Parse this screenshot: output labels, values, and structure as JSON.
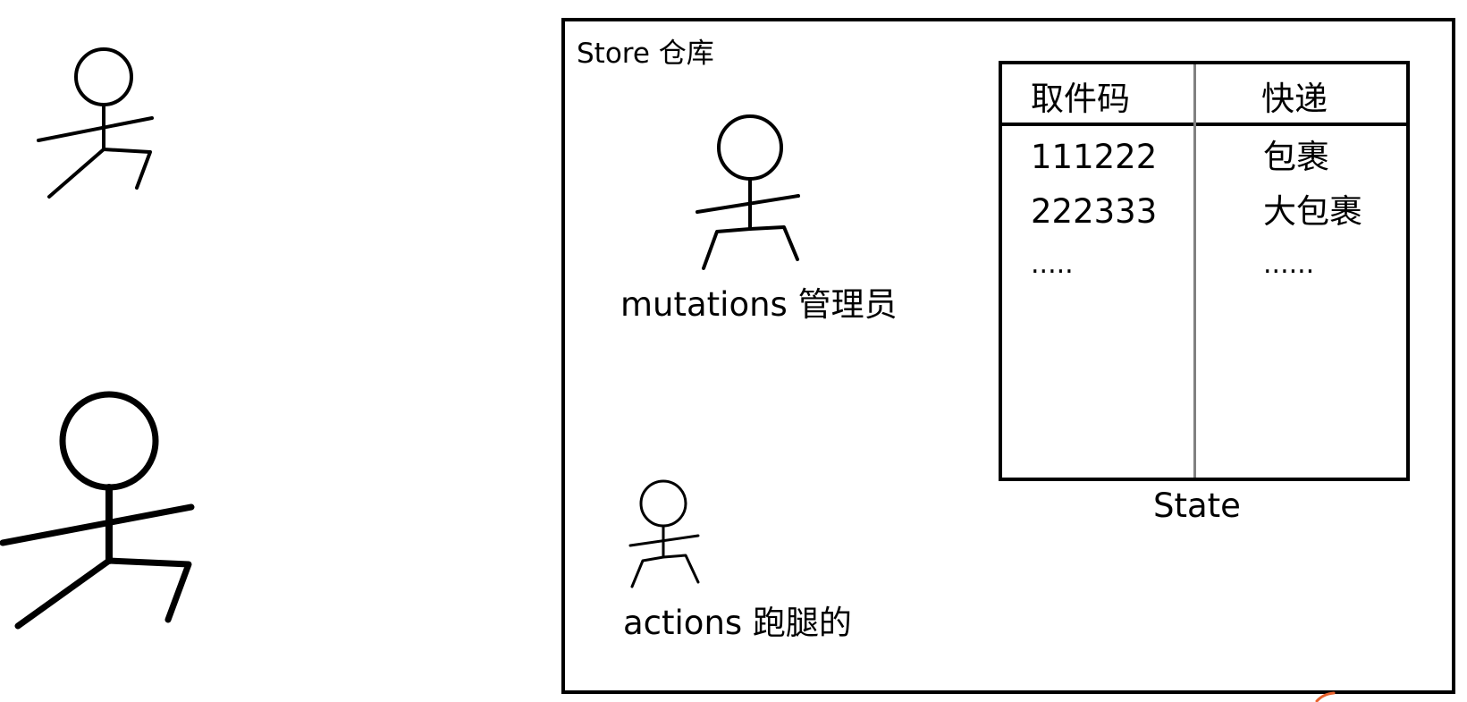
{
  "diagram": {
    "store": {
      "label": "Store  仓库"
    },
    "state": {
      "label": "State",
      "columns": [
        "取件码",
        "快递"
      ],
      "rows": [
        [
          "111222",
          "包裹"
        ],
        [
          "222333",
          "大包裹"
        ],
        [
          ".....",
          "......"
        ]
      ]
    },
    "roles": {
      "mutations": {
        "label": "mutations  管理员",
        "icon": "stick-figure-icon"
      },
      "actions": {
        "label": "actions   跑腿的",
        "icon": "stick-figure-icon"
      }
    },
    "outside_figures": [
      {
        "icon": "stick-figure-icon"
      },
      {
        "icon": "stick-figure-icon"
      }
    ],
    "colors": {
      "stroke": "#000000",
      "column_divider": "#808080",
      "cursor_mark": "#e8612c"
    }
  }
}
